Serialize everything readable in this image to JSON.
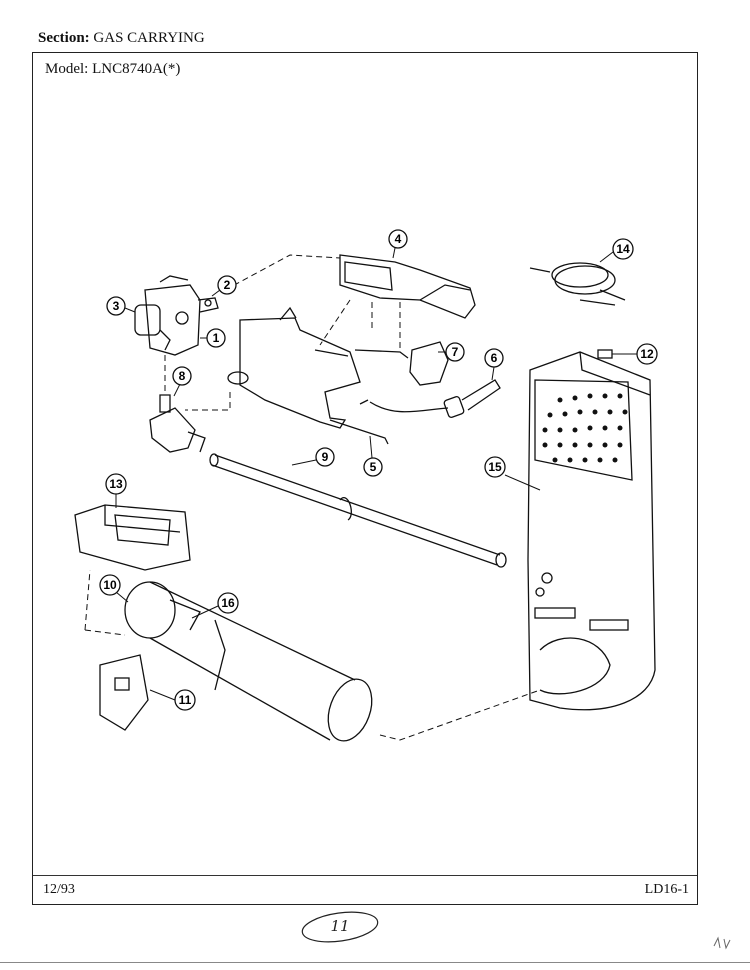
{
  "header": {
    "section_label": "Section:",
    "section_value": "GAS CARRYING"
  },
  "frame": {
    "model_label": "Model:",
    "model_value": "LNC8740A(*)",
    "footer_date": "12/93",
    "footer_page": "LD16-1"
  },
  "handwritten_page_number": "11",
  "callouts": [
    "1",
    "2",
    "3",
    "4",
    "5",
    "6",
    "7",
    "8",
    "9",
    "10",
    "11",
    "12",
    "13",
    "14",
    "15",
    "16"
  ],
  "icons": {
    "gas_valve": "gas-valve-icon",
    "burner_tube": "burner-tube-icon",
    "ignitor": "ignitor-icon",
    "heater_housing": "heater-housing-icon"
  }
}
